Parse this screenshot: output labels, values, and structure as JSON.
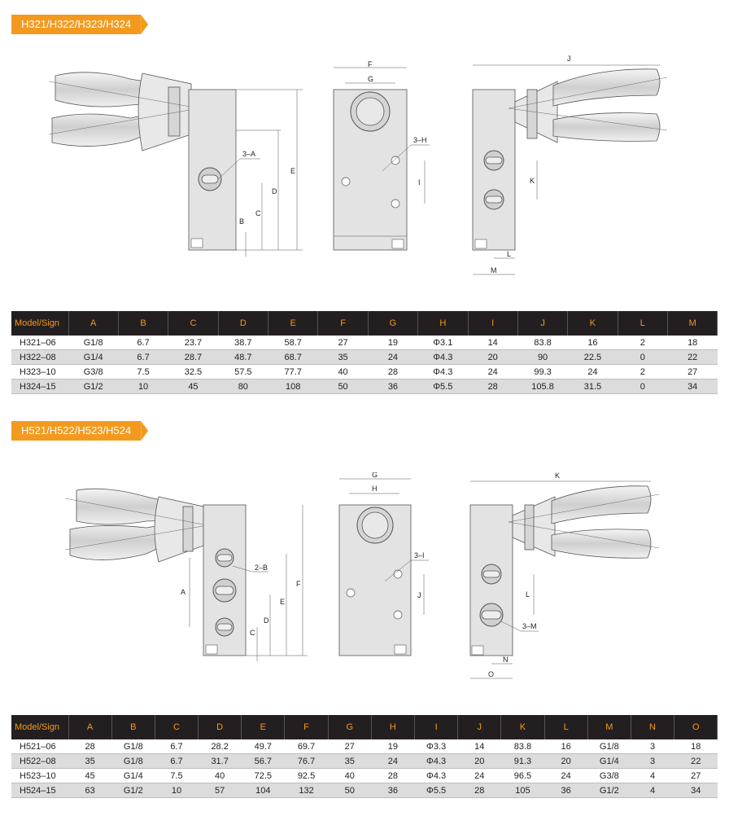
{
  "section1": {
    "title": "H321/H322/H323/H324",
    "drawing_labels": {
      "side_view": [
        "3–A",
        "E",
        "D",
        "C",
        "B"
      ],
      "front_view": [
        "F",
        "G",
        "3–H",
        "I"
      ],
      "end_view": [
        "J",
        "K",
        "L",
        "M"
      ]
    },
    "table": {
      "headers": [
        "Model/Sign",
        "A",
        "B",
        "C",
        "D",
        "E",
        "F",
        "G",
        "H",
        "I",
        "J",
        "K",
        "L",
        "M"
      ],
      "rows": [
        [
          "H321–06",
          "G1/8",
          "6.7",
          "23.7",
          "38.7",
          "58.7",
          "27",
          "19",
          "Φ3.1",
          "14",
          "83.8",
          "16",
          "2",
          "18"
        ],
        [
          "H322–08",
          "G1/4",
          "6.7",
          "28.7",
          "48.7",
          "68.7",
          "35",
          "24",
          "Φ4.3",
          "20",
          "90",
          "22.5",
          "0",
          "22"
        ],
        [
          "H323–10",
          "G3/8",
          "7.5",
          "32.5",
          "57.5",
          "77.7",
          "40",
          "28",
          "Φ4.3",
          "24",
          "99.3",
          "24",
          "2",
          "27"
        ],
        [
          "H324–15",
          "G1/2",
          "10",
          "45",
          "80",
          "108",
          "50",
          "36",
          "Φ5.5",
          "28",
          "105.8",
          "31.5",
          "0",
          "34"
        ]
      ]
    }
  },
  "section2": {
    "title": "H521/H522/H523/H524",
    "drawing_labels": {
      "side_view": [
        "2–B",
        "A",
        "F",
        "E",
        "D",
        "C"
      ],
      "front_view": [
        "G",
        "H",
        "3–I",
        "J"
      ],
      "end_view": [
        "K",
        "L",
        "3–M",
        "N",
        "O"
      ]
    },
    "table": {
      "headers": [
        "Model/Sign",
        "A",
        "B",
        "C",
        "D",
        "E",
        "F",
        "G",
        "H",
        "I",
        "J",
        "K",
        "L",
        "M",
        "N",
        "O"
      ],
      "rows": [
        [
          "H521–06",
          "28",
          "G1/8",
          "6.7",
          "28.2",
          "49.7",
          "69.7",
          "27",
          "19",
          "Φ3.3",
          "14",
          "83.8",
          "16",
          "G1/8",
          "3",
          "18"
        ],
        [
          "H522–08",
          "35",
          "G1/8",
          "6.7",
          "31.7",
          "56.7",
          "76.7",
          "35",
          "24",
          "Φ4.3",
          "20",
          "91.3",
          "20",
          "G1/4",
          "3",
          "22"
        ],
        [
          "H523–10",
          "45",
          "G1/4",
          "7.5",
          "40",
          "72.5",
          "92.5",
          "40",
          "28",
          "Φ4.3",
          "24",
          "96.5",
          "24",
          "G3/8",
          "4",
          "27"
        ],
        [
          "H524–15",
          "63",
          "G1/2",
          "10",
          "57",
          "104",
          "132",
          "50",
          "36",
          "Φ5.5",
          "28",
          "105",
          "36",
          "G1/2",
          "4",
          "34"
        ]
      ]
    }
  },
  "colors": {
    "accent": "#f39a1e",
    "header_bg": "#231f20",
    "body_fill": "#e3e3e3",
    "row_alt": "#dcdcdc"
  }
}
